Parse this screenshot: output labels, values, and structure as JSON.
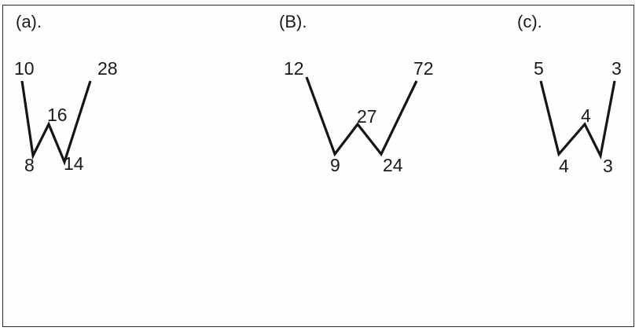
{
  "figures": [
    {
      "title": "(a).",
      "values": {
        "top_left": "10",
        "bottom_left": "8",
        "peak": "16",
        "bottom_right": "14",
        "top_right": "28"
      }
    },
    {
      "title": "(B).",
      "values": {
        "top_left": "12",
        "bottom_left": "9",
        "peak": "27",
        "bottom_right": "24",
        "top_right": "72"
      }
    },
    {
      "title": "(c).",
      "values": {
        "top_left": "5",
        "bottom_left": "4",
        "peak": "4",
        "bottom_right": "3",
        "top_right": "3"
      }
    }
  ]
}
